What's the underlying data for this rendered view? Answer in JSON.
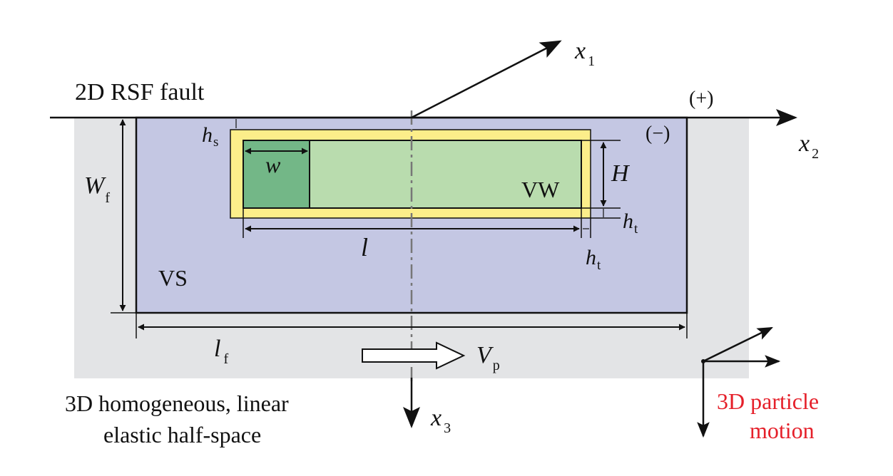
{
  "labels": {
    "fault": "2D RSF fault",
    "plus": "(+)",
    "minus": "(−)",
    "x1": "x",
    "x1_sub": "1",
    "x2": "x",
    "x2_sub": "2",
    "x3": "x",
    "x3_sub": "3",
    "hs": "h",
    "hs_sub": "s",
    "w": "w",
    "H": "H",
    "VW": "VW",
    "ht": "h",
    "ht_sub": "t",
    "l": "l",
    "Wf": "W",
    "Wf_sub": "f",
    "VS": "VS",
    "lf": "l",
    "lf_sub": "f",
    "Vp": "V",
    "Vp_sub": "p",
    "halfspace_line1": "3D homogeneous, linear",
    "halfspace_line2": "elastic half-space",
    "particle_line1": "3D particle",
    "particle_line2": "motion"
  },
  "colors": {
    "halfspace": "#e3e4e6",
    "vs_region": "#c4c7e3",
    "transition": "#fcee8a",
    "vw_region": "#b9dcae",
    "nucleation": "#73b787",
    "particle_text": "#e5202a"
  }
}
